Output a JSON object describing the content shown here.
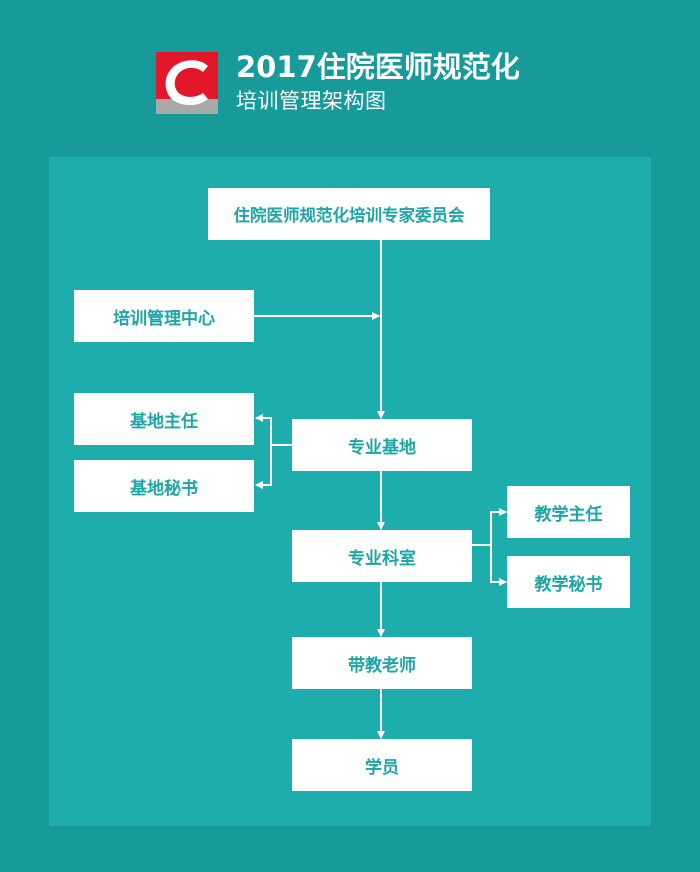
{
  "header": {
    "title": "2017住院医师规范化",
    "subtitle": "培训管理架构图",
    "logo_icon": "c-logo-icon"
  },
  "colors": {
    "outer_background": "#179a9a",
    "panel_background": "#1eadad",
    "node_background": "#ffffff",
    "node_text": "#1fa5a5",
    "connector": "#ffffff",
    "logo_red": "#e3172a",
    "logo_grey": "#a8a8a8"
  },
  "nodes": {
    "committee": "住院医师规范化培训专家委员会",
    "training_center": "培训管理中心",
    "base_director": "基地主任",
    "base_secretary": "基地秘书",
    "specialty_base": "专业基地",
    "department": "专业科室",
    "teaching_director": "教学主任",
    "teaching_secretary": "教学秘书",
    "instructor": "带教老师",
    "trainee": "学员"
  },
  "edges": [
    {
      "from": "committee",
      "to": "specialty_base"
    },
    {
      "from": "training_center",
      "to": "committee_line"
    },
    {
      "from": "specialty_base",
      "to": "base_director"
    },
    {
      "from": "specialty_base",
      "to": "base_secretary"
    },
    {
      "from": "specialty_base",
      "to": "department"
    },
    {
      "from": "department",
      "to": "teaching_director"
    },
    {
      "from": "department",
      "to": "teaching_secretary"
    },
    {
      "from": "department",
      "to": "instructor"
    },
    {
      "from": "instructor",
      "to": "trainee"
    }
  ]
}
